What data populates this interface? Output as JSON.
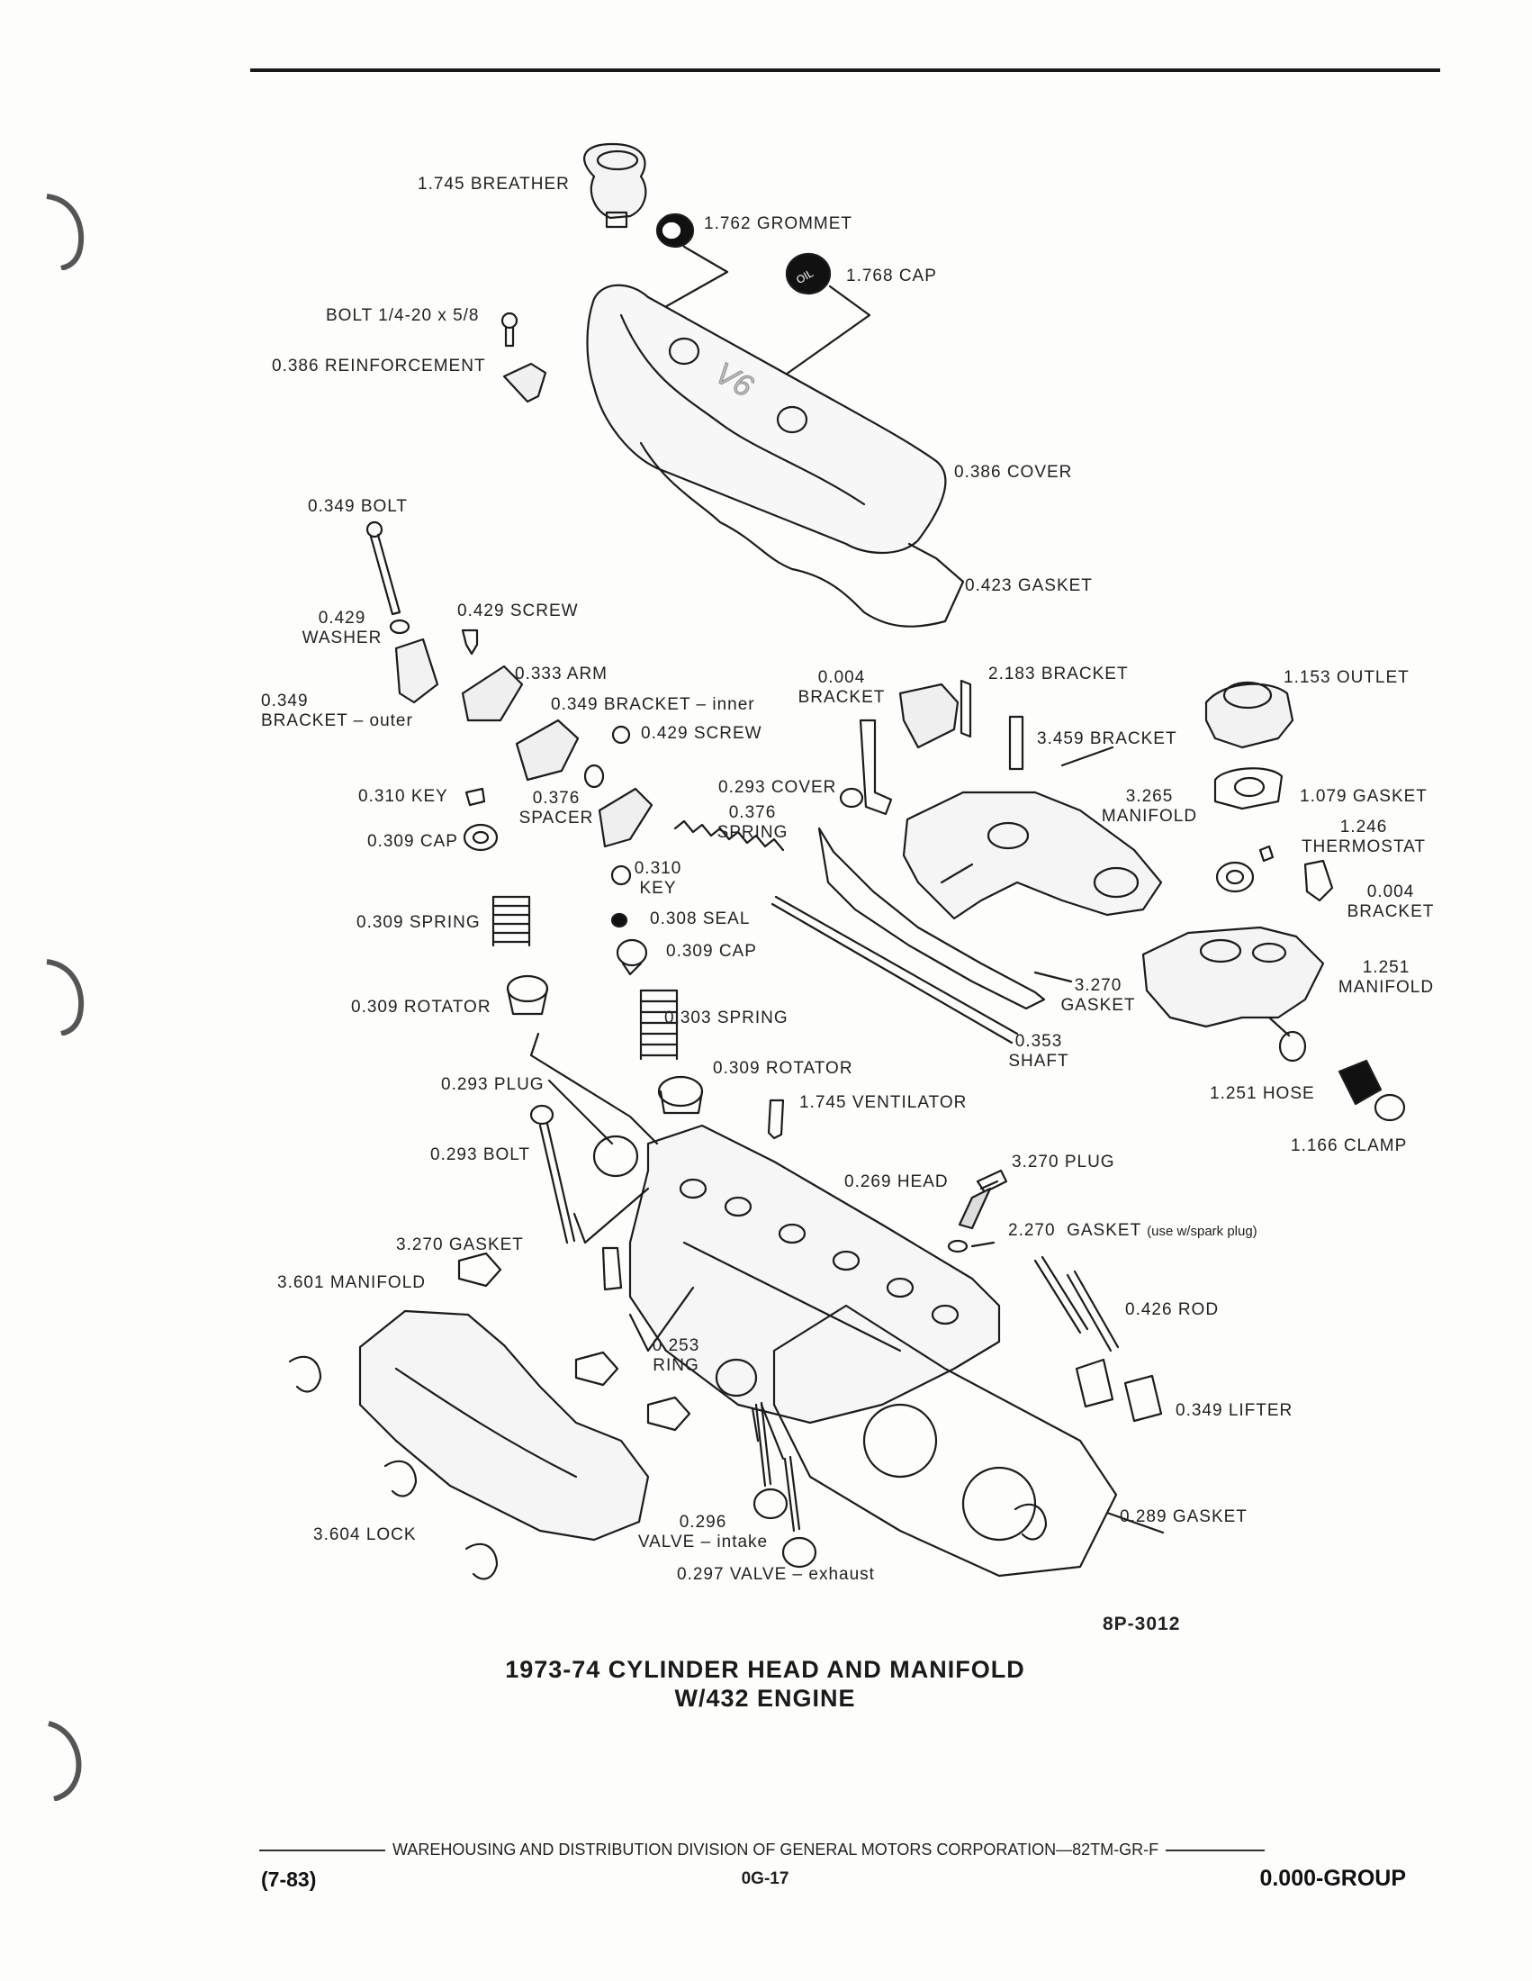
{
  "labels": {
    "breather": "1.745 BREATHER",
    "grommet": "1.762 GROMMET",
    "cap_1768": "1.768 CAP",
    "bolt_top": "BOLT 1/4-20 x 5/8",
    "reinforcement": "0.386 REINFORCEMENT",
    "cover_386": "0.386 COVER",
    "bolt_349": "0.349 BOLT",
    "gasket_423": "0.423 GASKET",
    "washer_429": "0.429\nWASHER",
    "screw_429_a": "0.429 SCREW",
    "arm_333": "0.333 ARM",
    "bracket_349_outer": "0.349\nBRACKET – outer",
    "bracket_349_inner": "0.349 BRACKET – inner",
    "screw_429_b": "0.429 SCREW",
    "bracket_004_a": "0.004\nBRACKET",
    "bracket_2183": "2.183 BRACKET",
    "bracket_3459": "3.459 BRACKET",
    "outlet_1153": "1.153 OUTLET",
    "key_310_a": "0.310 KEY",
    "spacer_376": "0.376\nSPACER",
    "cover_293": "0.293 COVER",
    "spring_376": "0.376\nSPRING",
    "manifold_3265": "3.265\nMANIFOLD",
    "gasket_1079": "1.079 GASKET",
    "cap_309_a": "0.309 CAP",
    "key_310_b": "0.310\nKEY",
    "thermostat_1246": "1.246\nTHERMOSTAT",
    "bracket_004_b": "0.004\nBRACKET",
    "spring_309": "0.309 SPRING",
    "seal_308": "0.308 SEAL",
    "cap_309_b": "0.309 CAP",
    "manifold_1251": "1.251\nMANIFOLD",
    "rotator_309_a": "0.309 ROTATOR",
    "gasket_3270_a": "3.270\nGASKET",
    "spring_303": "0.303 SPRING",
    "shaft_353": "0.353\nSHAFT",
    "rotator_309_b": "0.309 ROTATOR",
    "plug_293": "0.293 PLUG",
    "ventilator_1745": "1.745 VENTILATOR",
    "hose_1251": "1.251 HOSE",
    "clamp_1166": "1.166 CLAMP",
    "bolt_293": "0.293 BOLT",
    "head_269": "0.269 HEAD",
    "plug_3270": "3.270 PLUG",
    "gasket_3270_b": "3.270 GASKET",
    "gasket_2270": "2.270  GASKET",
    "gasket_2270_note": "(use w/spark plug)",
    "manifold_3601": "3.601 MANIFOLD",
    "rod_426": "0.426 ROD",
    "ring_253": "0.253\nRING",
    "lifter_349": "0.349 LIFTER",
    "gasket_289": "0.289 GASKET",
    "lock_3604": "3.604 LOCK",
    "valve_296": "0.296\nVALVE – intake",
    "valve_297": "0.297 VALVE – exhaust"
  },
  "figure_ref": "8P-3012",
  "caption": {
    "line1": "1973-74 CYLINDER HEAD AND MANIFOLD",
    "line2": "W/432 ENGINE"
  },
  "footer": {
    "division": "WAREHOUSING AND DISTRIBUTION  DIVISION OF GENERAL MOTORS CORPORATION—82TM-GR-F",
    "date_code": "(7-83)",
    "page": "0G-17",
    "group": "0.000-GROUP"
  },
  "part_markings": {
    "cover_emblem": "V6",
    "cap_emblem": "OIL"
  }
}
